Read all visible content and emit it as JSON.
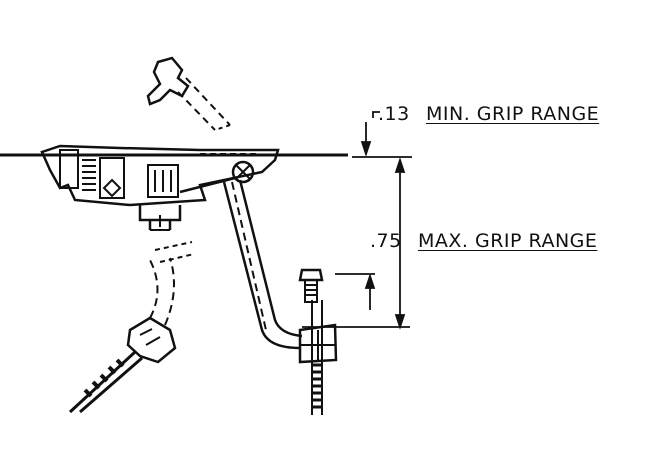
{
  "dimensions": {
    "min": {
      "value": ".13",
      "label": "MIN. GRIP RANGE"
    },
    "max": {
      "value": ".75",
      "label": "MAX. GRIP RANGE"
    }
  },
  "colors": {
    "ink": "#111111",
    "background": "#ffffff"
  }
}
